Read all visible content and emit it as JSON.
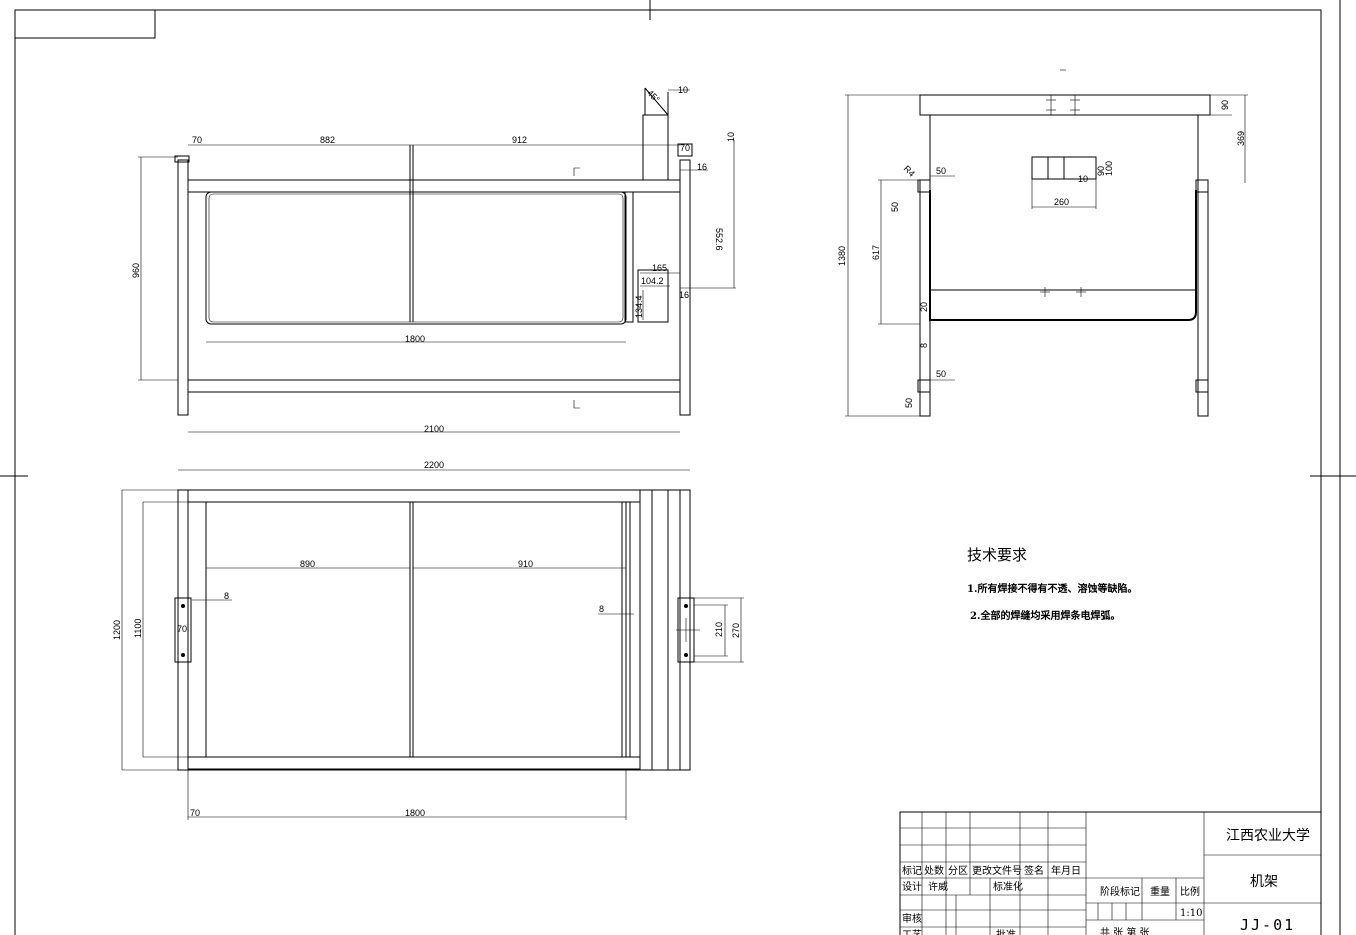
{
  "front_view": {
    "dims": {
      "d70_left": "70",
      "d882": "882",
      "d912": "912",
      "d70_right": "70",
      "d10_top": "10",
      "d45": "45°",
      "d10_side": "10",
      "d16_top": "16",
      "d552": "552.6",
      "d165": "165",
      "d104": "104.2",
      "d16_low": "16",
      "d134": "134.4",
      "d960": "960",
      "d1800": "1800",
      "d2100": "2100"
    }
  },
  "side_view": {
    "dims": {
      "d90": "90",
      "d369": "369",
      "dR4": "R4",
      "d50_top": "50",
      "d50_vert": "50",
      "d90_small": "90",
      "d100": "100",
      "d10": "10",
      "d260": "260",
      "d1380": "1380",
      "d617": "617",
      "d20": "20",
      "d8": "8",
      "d50_bottom": "50",
      "d50_bottom_v": "50"
    }
  },
  "top_view": {
    "dims": {
      "d2200": "2200",
      "d1200": "1200",
      "d1100": "1100",
      "d890": "890",
      "d910": "910",
      "d8_left": "8",
      "d8_right": "8",
      "d70_mid": "70",
      "d210": "210",
      "d270": "270",
      "d70_bottom": "70",
      "d1800_bottom": "1800"
    }
  },
  "tech_notes": {
    "title": "技术要求",
    "items": [
      "1.所有焊接不得有不透、溶蚀等缺陷。",
      "2.全部的焊缝均采用焊条电焊弧。"
    ]
  },
  "title_block": {
    "org": "江西农业大学",
    "part_name": "机架",
    "drawing_no": "JJ-01",
    "scale": "1:10",
    "headers": [
      "标记",
      "处数",
      "分区",
      "更改文件号",
      "签名",
      "年月日"
    ],
    "design_label": "设计",
    "designer": "许威",
    "standard_label": "标准化",
    "review_label": "审核",
    "process_label": "工艺",
    "approve_label": "批准",
    "stage_label": "阶段标记",
    "weight_label": "重量",
    "ratio_label": "比例",
    "sheets_label": "共    张  第    张"
  }
}
